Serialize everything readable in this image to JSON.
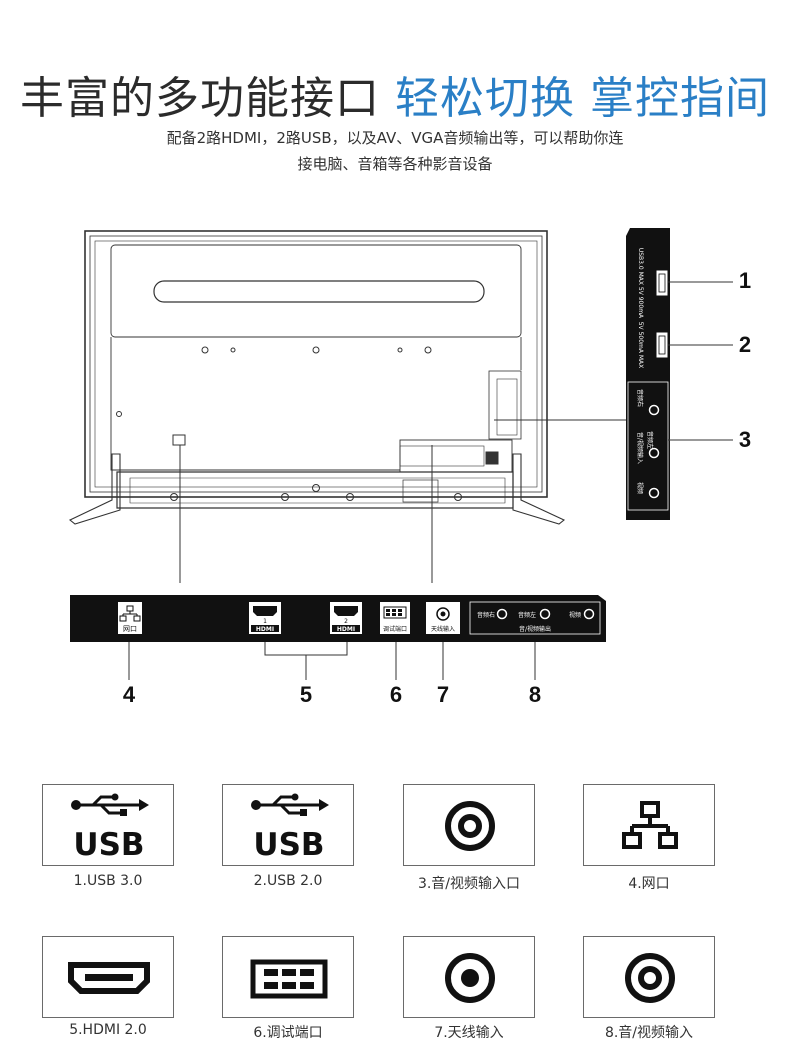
{
  "header": {
    "title_main": "丰富的多功能接口",
    "title_accent": "轻松切换 掌控指间",
    "subtitle_line1": "配备2路HDMI，2路USB，以及AV、VGA音频输出等，可以帮助你连",
    "subtitle_line2": "接电脑、音箱等各种影音设备"
  },
  "side_panel": {
    "usb1_label": "USB3.0 MAX 5V 900mA",
    "usb2_label": "5V 500mA MAX",
    "av_labels": [
      "音频右",
      "音频左",
      "视频"
    ],
    "av_group_label": "音/视频输入"
  },
  "bottom_panel": {
    "network_label": "网口",
    "hdmi1_number": "1",
    "hdmi2_number": "2",
    "hdmi_logo": "HDMI",
    "debug_label": "调试端口",
    "antenna_label": "天线输入",
    "av_labels": [
      "音频右",
      "音频左",
      "视频"
    ],
    "av_group_label": "音/视频输出"
  },
  "callouts": [
    "1",
    "2",
    "3",
    "4",
    "5",
    "6",
    "7",
    "8"
  ],
  "tiles": [
    {
      "icon": "usb-icon",
      "text": "USB",
      "caption": "1.USB 3.0"
    },
    {
      "icon": "usb-icon",
      "text": "USB",
      "caption": "2.USB 2.0"
    },
    {
      "icon": "rca-ring-icon",
      "caption": "3.音/视频输入口"
    },
    {
      "icon": "network-icon",
      "caption": "4.网口"
    },
    {
      "icon": "hdmi-icon",
      "caption": "5.HDMI 2.0"
    },
    {
      "icon": "debug-port-icon",
      "caption": "6.调试端口"
    },
    {
      "icon": "antenna-jack-icon",
      "caption": "7.天线输入"
    },
    {
      "icon": "rca-ring-icon",
      "caption": "8.音/视频输入"
    }
  ]
}
